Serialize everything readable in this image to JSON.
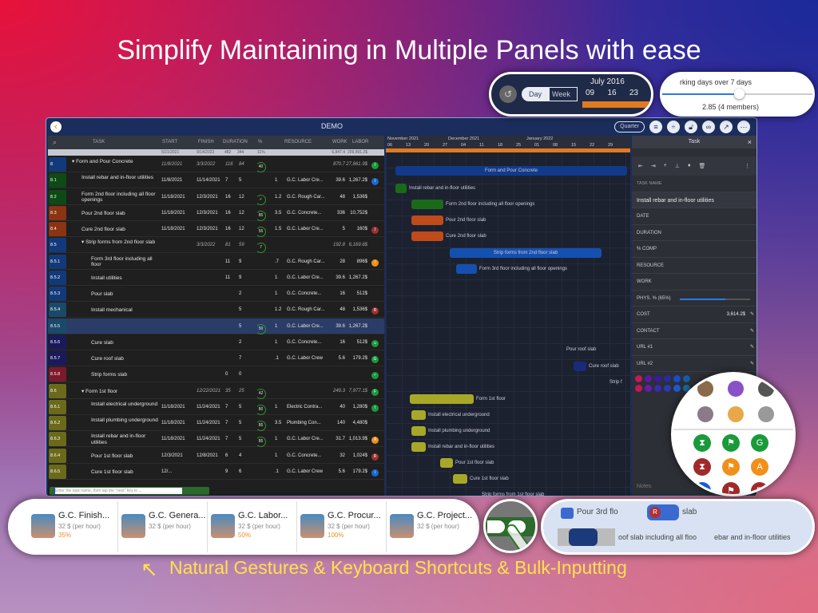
{
  "headline": "Simplify Maintaining in Multiple Panels with ease",
  "tagline": "Natural Gestures & Keyboard Shortcuts & Bulk-Inputting",
  "window": {
    "title": "DEMO"
  },
  "toolbar": {
    "icons": [
      "outdent-icon",
      "split-icon",
      "unlock-icon",
      "link-icon",
      "share-icon",
      "more-icon"
    ],
    "quarter": "Quarter"
  },
  "table": {
    "headers": {
      "task": "TASK",
      "start": "START",
      "finish": "FINISH",
      "duration": "DURATION",
      "pct": "%",
      "resource": "RESOURCE",
      "work": "WORK",
      "labor": "LABOR"
    },
    "summary": {
      "start": "5/21/2021",
      "finish": "9/14/2022",
      "d1": "482",
      "d2": "344",
      "pct": "11%",
      "work": "6,847.4",
      "labor": "209,891.2$"
    },
    "rows": [
      {
        "id": "8",
        "color": "#123a7a",
        "task": "▾ Form and Pour Concrete",
        "start": "11/8/2021",
        "finish": "3/3/2022",
        "d1": "116",
        "d2": "84",
        "pct": "40",
        "qty": "",
        "res": "",
        "work": "870.7",
        "labor": "27,861.9$",
        "icon": "I",
        "iconColor": "#1a9a3a",
        "summary": true
      },
      {
        "id": "8.1",
        "color": "#0e4a14",
        "task": "Install rebar and in-floor utilities",
        "start": "11/8/2021",
        "finish": "11/14/2021",
        "d1": "7",
        "d2": "5",
        "pct": "",
        "qty": "1",
        "res": "G.C. Labor Cre...",
        "work": "39.6",
        "labor": "1,267.2$",
        "icon": "i",
        "iconColor": "#1a6ad0"
      },
      {
        "id": "8.2",
        "color": "#0e4a14",
        "task": "Form 2nd floor including all floor openings",
        "start": "11/18/2021",
        "finish": "12/3/2021",
        "d1": "16",
        "d2": "12",
        "pct": "✓",
        "qty": "1.2",
        "res": "G.C. Rough Car...",
        "work": "48",
        "labor": "1,536$",
        "icon": "",
        "iconColor": ""
      },
      {
        "id": "8.3",
        "color": "#8a3412",
        "task": "Pour 2nd floor slab",
        "start": "11/18/2021",
        "finish": "12/3/2021",
        "d1": "16",
        "d2": "12",
        "pct": "85",
        "qty": "3.5",
        "res": "G.C. Concrete...",
        "work": "336",
        "labor": "10,752$",
        "icon": "",
        "iconColor": ""
      },
      {
        "id": "8.4",
        "color": "#8a3412",
        "task": "Cure 2nd floor slab",
        "start": "11/18/2021",
        "finish": "12/3/2021",
        "d1": "16",
        "d2": "12",
        "pct": "55",
        "qty": "1.5",
        "res": "G.C. Labor Cre...",
        "work": "5",
        "labor": "160$",
        "icon": "I",
        "iconColor": "#a03030"
      },
      {
        "id": "8.5",
        "color": "#123a7a",
        "task": "▾ Strip forms from 2nd floor slab",
        "start": "",
        "finish": "3/3/2022",
        "d1": "81",
        "d2": "59",
        "pct": "7",
        "qty": "",
        "res": "",
        "work": "192.8",
        "labor": "6,169.6$",
        "icon": "",
        "iconColor": "",
        "summary": true
      },
      {
        "id": "8.5.1",
        "color": "#123a7a",
        "task": "Form 3rd floor including all floor",
        "start": "",
        "finish": "",
        "d1": "11",
        "d2": "9",
        "pct": "",
        "qty": ".7",
        "res": "G.C. Rough Car...",
        "work": "28",
        "labor": "896$",
        "icon": "!",
        "iconColor": "#f0901a"
      },
      {
        "id": "8.5.2",
        "color": "#123a7a",
        "task": "Install utilities",
        "start": "",
        "finish": "",
        "d1": "11",
        "d2": "9",
        "pct": "",
        "qty": "1",
        "res": "G.C. Labor Cre...",
        "work": "39.6",
        "labor": "1,267.2$",
        "icon": "",
        "iconColor": ""
      },
      {
        "id": "8.5.3",
        "color": "#123a7a",
        "task": "Pour slab",
        "start": "",
        "finish": "",
        "d1": "",
        "d2": "2",
        "pct": "",
        "qty": "1",
        "res": "G.C. Concrete...",
        "work": "16",
        "labor": "512$",
        "icon": "",
        "iconColor": ""
      },
      {
        "id": "8.5.4",
        "color": "#1a4a6a",
        "task": "Install mechanical",
        "start": "",
        "finish": "",
        "d1": "",
        "d2": "5",
        "pct": "",
        "qty": "1.2",
        "res": "G.C. Rough Car...",
        "work": "48",
        "labor": "1,536$",
        "icon": "R",
        "iconColor": "#a03030"
      },
      {
        "id": "8.5.5",
        "color": "#1a4a6a",
        "task": "",
        "start": "",
        "finish": "",
        "d1": "",
        "d2": "5",
        "pct": "50",
        "qty": "1",
        "res": "G.C. Labor Cre...",
        "work": "39.6",
        "labor": "1,267.2$",
        "icon": "",
        "iconColor": "",
        "selected": true
      },
      {
        "id": "8.5.6",
        "color": "#1a1a5a",
        "task": "Cure slab",
        "start": "",
        "finish": "",
        "d1": "",
        "d2": "2",
        "pct": "",
        "qty": "1",
        "res": "G.C. Concrete...",
        "work": "16",
        "labor": "512$",
        "icon": "☺",
        "iconColor": "#1a9a3a"
      },
      {
        "id": "8.5.7",
        "color": "#1a1a5a",
        "task": "Cure roof slab",
        "start": "",
        "finish": "",
        "d1": "",
        "d2": "7",
        "pct": "",
        "qty": ".1",
        "res": "G.C. Labor Crew",
        "work": "5.6",
        "labor": "179.2$",
        "icon": "G",
        "iconColor": "#1a9a3a"
      },
      {
        "id": "8.5.8",
        "color": "#7a1a2a",
        "task": "Strip forms slab",
        "start": "",
        "finish": "",
        "d1": "0",
        "d2": "0",
        "pct": "",
        "qty": "",
        "res": "",
        "work": "",
        "labor": "",
        "icon": "✓",
        "iconColor": "#1a9a3a"
      },
      {
        "id": "8.6",
        "color": "#6a6a1a",
        "task": "▾ Form 1st floor",
        "start": "",
        "finish": "12/22/2021",
        "d1": "35",
        "d2": "25",
        "pct": "42",
        "qty": "",
        "res": "",
        "work": "249.3",
        "labor": "7,977.1$",
        "icon": "F",
        "iconColor": "#1a9a3a",
        "summary": true
      },
      {
        "id": "8.6.1",
        "color": "#6a6a1a",
        "task": "Install electrical underground",
        "start": "11/18/2021",
        "finish": "11/24/2021",
        "d1": "7",
        "d2": "5",
        "pct": "80",
        "qty": "1",
        "res": "Electric Contra...",
        "work": "40",
        "labor": "1,280$",
        "icon": "I",
        "iconColor": "#1a9a3a"
      },
      {
        "id": "8.6.2",
        "color": "#6a6a1a",
        "task": "Install plumbing underground",
        "start": "11/18/2021",
        "finish": "11/24/2021",
        "d1": "7",
        "d2": "5",
        "pct": "85",
        "qty": "3.5",
        "res": "Plumbing Con...",
        "work": "140",
        "labor": "4,480$",
        "icon": "",
        "iconColor": ""
      },
      {
        "id": "8.6.3",
        "color": "#6a6a1a",
        "task": "Install rebar and in-floor utilities",
        "start": "11/18/2021",
        "finish": "11/24/2021",
        "d1": "7",
        "d2": "5",
        "pct": "85",
        "qty": "1",
        "res": "G.C. Labor Cre...",
        "work": "31.7",
        "labor": "1,013.9$",
        "icon": "A",
        "iconColor": "#f0901a"
      },
      {
        "id": "8.6.4",
        "color": "#6a6a1a",
        "task": "Pour 1st floor slab",
        "start": "12/3/2021",
        "finish": "12/8/2021",
        "d1": "6",
        "d2": "4",
        "pct": "",
        "qty": "1",
        "res": "G.C. Concrete...",
        "work": "32",
        "labor": "1,024$",
        "icon": "R",
        "iconColor": "#a03030"
      },
      {
        "id": "8.6.5",
        "color": "#6a6a1a",
        "task": "Cure 1st floor slab",
        "start": "12/...",
        "finish": "",
        "d1": "9",
        "d2": "6",
        "pct": "",
        "qty": ".1",
        "res": "G.C. Labor Crew",
        "work": "5.6",
        "labor": "179.2$",
        "icon": "i",
        "iconColor": "#1a6ad0"
      }
    ],
    "entry_placeholder": "Enter the task name, then tap the \"next\" key to ..."
  },
  "gantt": {
    "months": [
      "November 2021",
      "December 2021",
      "January 2022"
    ],
    "days": [
      "06",
      "13",
      "20",
      "27",
      "04",
      "11",
      "18",
      "25",
      "01",
      "08",
      "15",
      "22",
      "29"
    ],
    "labels": [
      "Form and Pour Concrete",
      "Install rebar and in-floor utilities",
      "Form 2nd floor including all floor openings",
      "Pour 2nd floor slab",
      "Cure 2nd floor slab",
      "Strip forms from 2nd floor slab",
      "Form 3rd floor including all floor openings",
      "Pour roof slab",
      "Cure roof slab",
      "Strip f",
      "Form 1st floor",
      "Install electrical underground",
      "Install plumbing underground",
      "Install rebar and in-floor utilities",
      "Pour 1st floor slab",
      "Cure 1st floor slab",
      "Strip forms from 1st floor slab"
    ],
    "mag_labels": [
      "Pour 3rd flo",
      "slab",
      "oof slab including all floo",
      "ebar and in-floor utilities"
    ]
  },
  "zoom_mag": {
    "day": "Day",
    "week": "Week",
    "month": "July 2016",
    "days": [
      "09",
      "16",
      "23"
    ]
  },
  "panel": {
    "title": "Task",
    "task_name_label": "TASK NAME",
    "task_name": "Install rebar and in-floor utilities",
    "fields": [
      {
        "label": "DATE",
        "value": ""
      },
      {
        "label": "DURATION",
        "value": ""
      },
      {
        "label": "% COMP",
        "value": ""
      },
      {
        "label": "RESOURCE",
        "value": ""
      },
      {
        "label": "WORK",
        "value": ""
      },
      {
        "label": "PHYS. % (65%)",
        "value": ""
      },
      {
        "label": "COST",
        "value": "3,614.2$"
      },
      {
        "label": "CONTACT",
        "value": ""
      },
      {
        "label": "URL #1",
        "value": ""
      },
      {
        "label": "URL #2",
        "value": ""
      }
    ],
    "phys_pct": 65,
    "notes_placeholder": "Notes",
    "mag_duration": "rking days over 7 days",
    "mag_resource": "2.85 (4 members)"
  },
  "resource_picker": [
    {
      "name": "G.C. Finish...",
      "rate": "32 $ (per hour)",
      "pct": "35%"
    },
    {
      "name": "G.C. Genera...",
      "rate": "32 $ (per hour)",
      "pct": ""
    },
    {
      "name": "G.C. Labor...",
      "rate": "32 $ (per hour)",
      "pct": "50%"
    },
    {
      "name": "G.C. Procur...",
      "rate": "32 $ (per hour)",
      "pct": "100%"
    },
    {
      "name": "G.C. Project...",
      "rate": "32 $ (per hour)",
      "pct": ""
    }
  ],
  "colors": {
    "accent": "#e07a20",
    "navy": "#1b2d5c",
    "tagline": "#ffe14a"
  }
}
